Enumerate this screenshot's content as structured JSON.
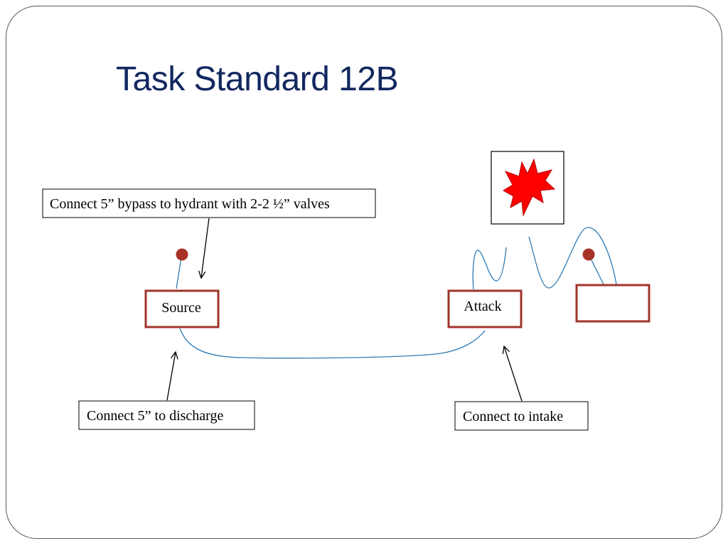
{
  "slide": {
    "title": "Task Standard 12B"
  },
  "diagram": {
    "nodes": {
      "source": {
        "label": "Source"
      },
      "attack": {
        "label": "Attack"
      },
      "extra_box": {
        "label": ""
      }
    },
    "callouts": {
      "bypass": "Connect 5” bypass to hydrant with 2-2 ½” valves",
      "discharge": "Connect 5” to discharge",
      "intake": "Connect to intake"
    },
    "icons": {
      "fire": "fire-burst-icon",
      "hydrant": "hydrant-dot-icon"
    },
    "colors": {
      "title": "#12275f",
      "box_border": "#a0342b",
      "hose": "#2e7bb4",
      "hydrant": "#a83226",
      "fire": "#ff0000"
    }
  }
}
